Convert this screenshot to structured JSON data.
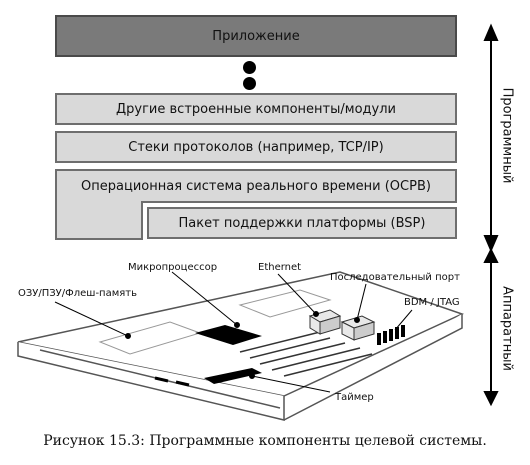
{
  "layers": {
    "application": "Приложение",
    "embedded_components": "Другие встроенные компоненты/модули",
    "protocol_stacks": "Стеки протоколов (например, TCP/IP)",
    "rtos": "Операционная система реального времени (ОСРВ)",
    "bsp": "Пакет поддержки платформы (BSP)"
  },
  "sides": {
    "software": "Программный",
    "hardware": "Аппаратный"
  },
  "hardware_labels": {
    "memory": "ОЗУ/ПЗУ/Флеш-память",
    "microprocessor": "Микропроцессор",
    "ethernet": "Ethernet",
    "serial_port": "Последовательный порт",
    "bdm_jtag": "BDM / JTAG",
    "timer": "Таймер"
  },
  "caption": "Рисунок 15.3: Программные  компоненты целевой системы.",
  "colors": {
    "application_fill": "#7a7a7a",
    "layer_fill": "#d9d9d9",
    "border": "#6e6e6e"
  }
}
